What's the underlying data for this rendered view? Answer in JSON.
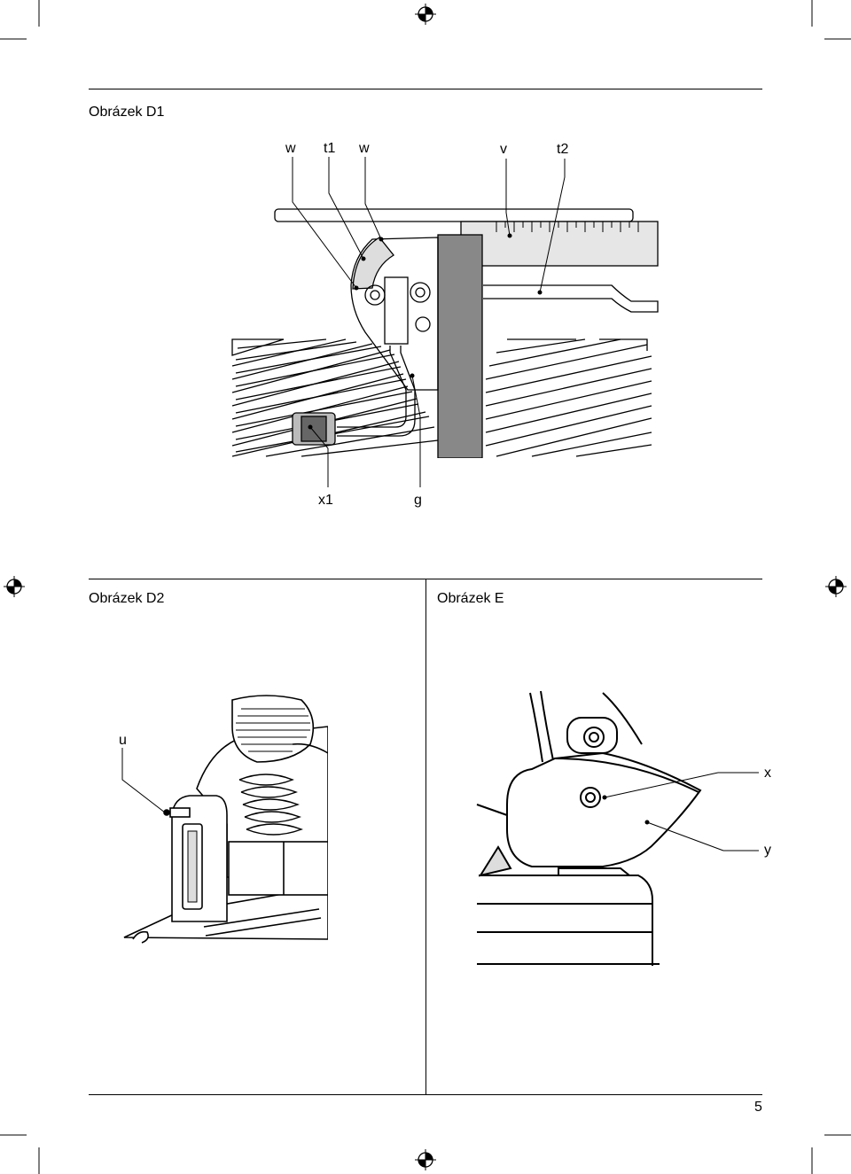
{
  "figures": {
    "d1": {
      "title": "Obrázek D1",
      "labels": {
        "w_left": "w",
        "t1": "t1",
        "w_right": "w",
        "v": "v",
        "t2": "t2",
        "x1": "x1",
        "g": "g"
      }
    },
    "d2": {
      "title": "Obrázek D2",
      "labels": {
        "u": "u"
      }
    },
    "e": {
      "title": "Obrázek E",
      "labels": {
        "x": "x",
        "y": "y"
      }
    }
  },
  "page_number": "5"
}
